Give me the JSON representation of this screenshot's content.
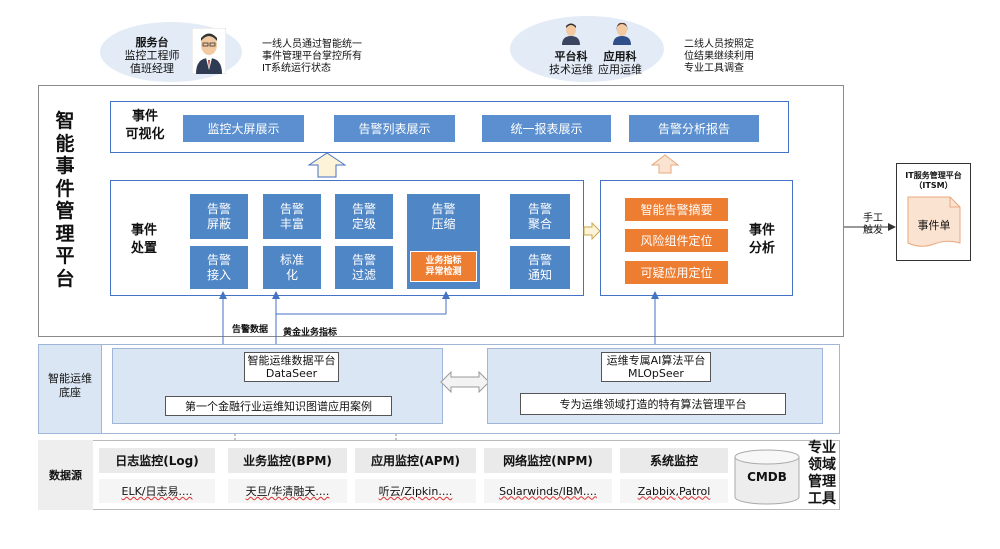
{
  "top": {
    "left_cloud": {
      "title": "服务台",
      "line1": "监控工程师",
      "line2": "值班经理"
    },
    "left_note": "一线人员通过智能统一\n事件管理平台掌控所有\nIT系统运行状态",
    "right_cloud": {
      "p1_title": "平台科",
      "p1_sub": "技术运维",
      "p2_title": "应用科",
      "p2_sub": "应用运维"
    },
    "right_note": "二线人员按照定\n位结果继续利用\n专业工具调查"
  },
  "platform": {
    "title": "智\n能\n事\n件\n管\n理\n平\n台",
    "visual": {
      "title": "事件\n可视化",
      "items": [
        "监控大屏展示",
        "告警列表展示",
        "统一报表展示",
        "告警分析报告"
      ]
    },
    "handle": {
      "title": "事件\n处置",
      "tiles": [
        "告警\n屏蔽",
        "告警\n丰富",
        "告警\n定级",
        "告警\n压缩",
        "告警\n聚合",
        "告警\n接入",
        "标准\n化",
        "告警\n过滤",
        "告警\n通知"
      ],
      "highlight": "业务指标\n异常检测"
    },
    "analysis": {
      "title": "事件\n分析",
      "items": [
        "智能告警摘要",
        "风险组件定位",
        "可疑应用定位"
      ]
    }
  },
  "labels": {
    "alarm_data": "告警数据",
    "gold_metrics": "黄金业务指标"
  },
  "base": {
    "title": "智能运维\n底座",
    "left": {
      "name": "智能运维数据平台\nDataSeer",
      "desc": "第一个金融行业运维知识图谱应用案例"
    },
    "right": {
      "name": "运维专属AI算法平台\nMLOpSeer",
      "desc": "专为运维领域打造的特有算法管理平台"
    }
  },
  "datasource": {
    "title": "数据源",
    "columns": [
      {
        "head": "日志监控(Log)",
        "sub": "ELK/日志易...."
      },
      {
        "head": "业务监控(BPM)",
        "sub": "天旦/华清融天...."
      },
      {
        "head": "应用监控(APM)",
        "sub": "听云/Zipkin...."
      },
      {
        "head": "网络监控(NPM)",
        "sub": "Solarwinds/IBM...."
      },
      {
        "head": "系统监控",
        "sub": "Zabbix,Patrol"
      }
    ],
    "cmdb": "CMDB",
    "side_title": "专业\n领域\n管理\n工具"
  },
  "itsm": {
    "title": "IT服务管理平台\n（ITSM）",
    "ticket": "事件单",
    "trigger": "手工\n触发"
  },
  "colors": {
    "blue": "#4f86c6",
    "orange": "#ed7d31",
    "cloud": "#e3ebf6",
    "platform_bg": "#dbe6f4"
  }
}
